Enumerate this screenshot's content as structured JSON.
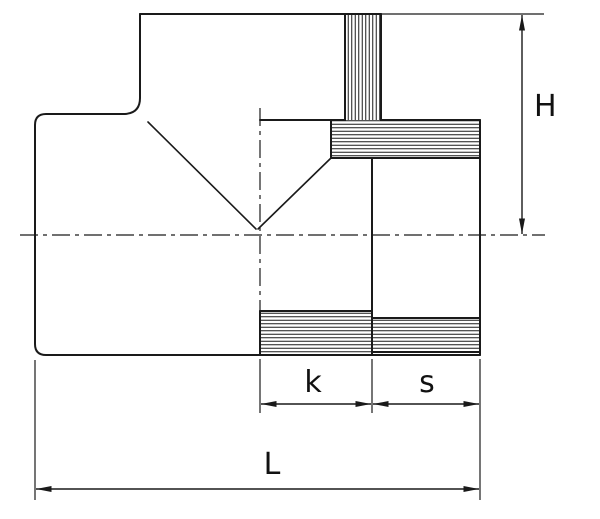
{
  "drawing": {
    "colors": {
      "line": "#1a1a1a",
      "background": "#ffffff"
    },
    "labels": {
      "H": "H",
      "k": "k",
      "s": "s",
      "L": "L"
    }
  }
}
